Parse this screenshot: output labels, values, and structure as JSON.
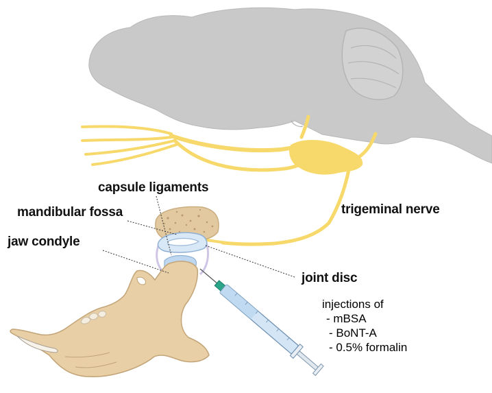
{
  "labels": {
    "capsule_ligaments": "capsule ligaments",
    "mandibular_fossa": "mandibular fossa",
    "jaw_condyle": "jaw condyle",
    "trigeminal_nerve": "trigeminal nerve",
    "joint_disc": "joint disc"
  },
  "injections": {
    "title": "injections of",
    "items": [
      "- mBSA",
      "- BoNT-A",
      "- 0.5% formalin"
    ]
  },
  "colors": {
    "brain": "#c9c9c9",
    "nerve": "#f7d96b",
    "bone": "#e8cfa6",
    "disc": "#bfd8f0",
    "capsule": "#cfc6e6"
  }
}
